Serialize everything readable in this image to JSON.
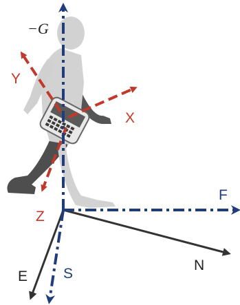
{
  "labels": {
    "neg_g": "−G",
    "y_axis": "Y",
    "x_axis": "X",
    "z_axis": "Z",
    "f_axis": "F",
    "n_axis": "N",
    "e_axis": "E",
    "s_axis": "S"
  },
  "colors": {
    "background": "#ffffff",
    "body_axes": "#c0392b",
    "frame_axes": "#1f3d7a",
    "earth_axes": "#333333",
    "figure_front": "#d2d2d2",
    "figure_back": "#555555",
    "phone_screen": "#5a5a5a"
  }
}
